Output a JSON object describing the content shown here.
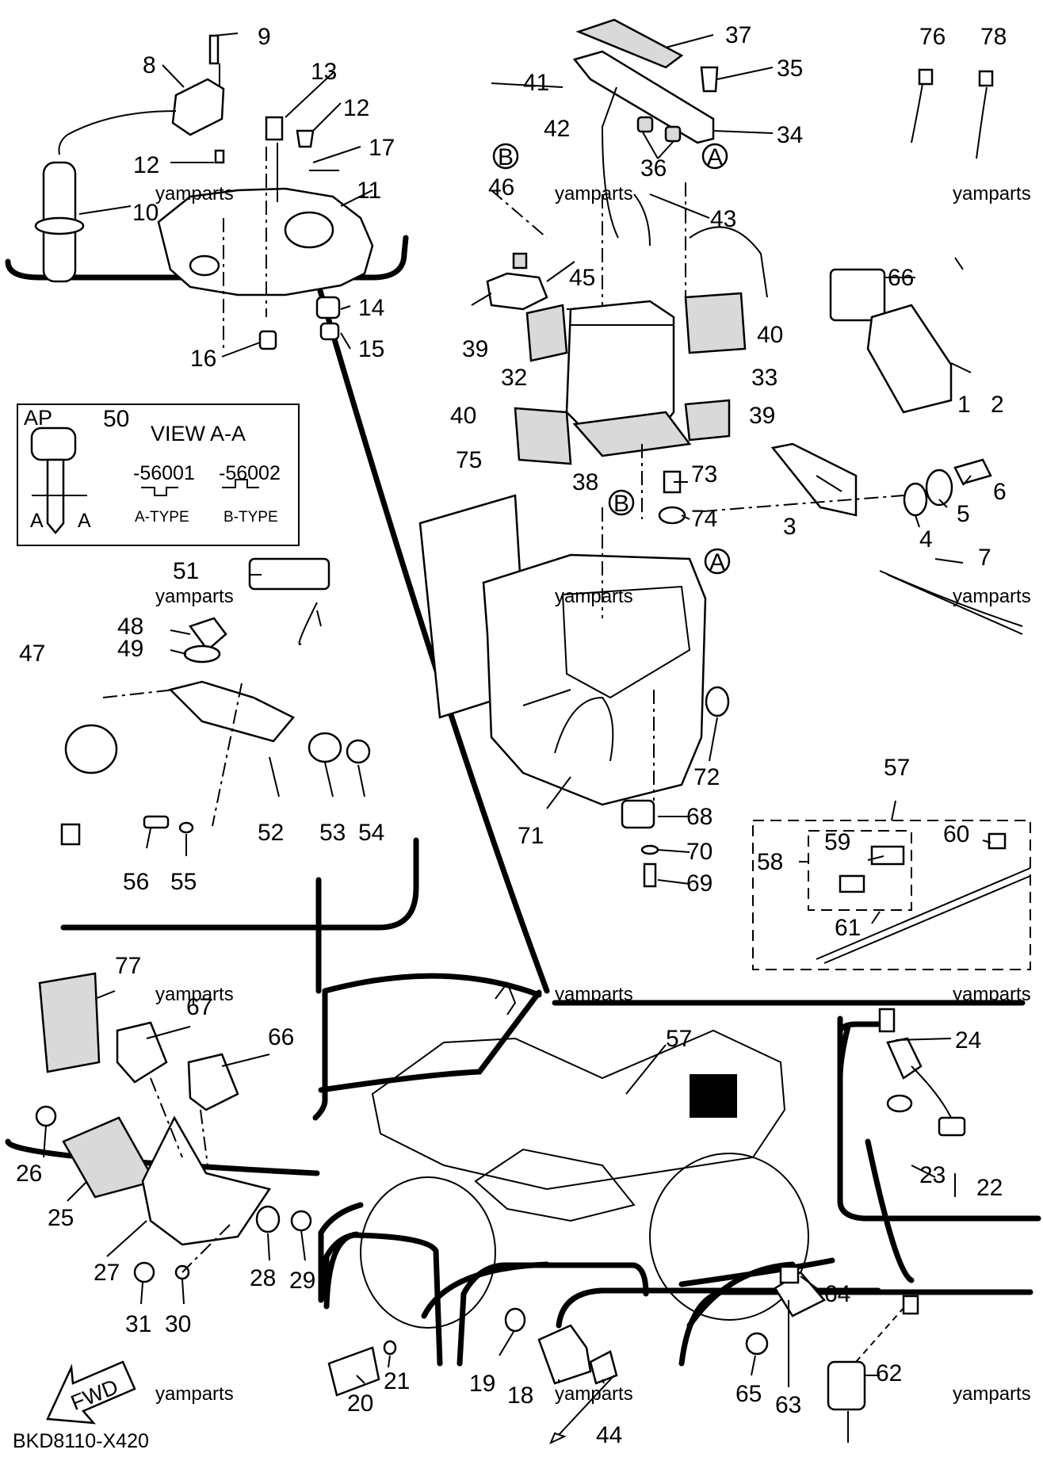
{
  "callouts": {
    "c1": "1",
    "c2": "2",
    "c3": "3",
    "c4": "4",
    "c5": "5",
    "c6": "6",
    "c7": "7",
    "c8": "8",
    "c9": "9",
    "c10": "10",
    "c11": "11",
    "c12a": "12",
    "c12b": "12",
    "c13": "13",
    "c14": "14",
    "c15": "15",
    "c16": "16",
    "c17": "17",
    "c18": "18",
    "c19": "19",
    "c20": "20",
    "c21": "21",
    "c22": "22",
    "c23": "23",
    "c24": "24",
    "c25": "25",
    "c26": "26",
    "c27": "27",
    "c28": "28",
    "c29": "29",
    "c30": "30",
    "c31": "31",
    "c32": "32",
    "c33": "33",
    "c34": "34",
    "c35": "35",
    "c36": "36",
    "c37": "37",
    "c38": "38",
    "c39a": "39",
    "c39b": "39",
    "c40a": "40",
    "c40b": "40",
    "c41": "41",
    "c42": "42",
    "c43": "43",
    "c44": "44",
    "c45": "45",
    "c46": "46",
    "c47": "47",
    "c48": "48",
    "c49": "49",
    "c50": "50",
    "c51": "51",
    "c52": "52",
    "c53": "53",
    "c54": "54",
    "c55": "55",
    "c56": "56",
    "c57a": "57",
    "c57b": "57",
    "c58": "58",
    "c59": "59",
    "c60": "60",
    "c61": "61",
    "c62": "62",
    "c63": "63",
    "c64": "64",
    "c65": "65",
    "c66a": "66",
    "c66b": "66",
    "c67": "67",
    "c68": "68",
    "c69": "69",
    "c70": "70",
    "c71": "71",
    "c72": "72",
    "c73": "73",
    "c74": "74",
    "c75": "75",
    "c76": "76",
    "c77": "77",
    "c78": "78"
  },
  "refs": {
    "a": "A",
    "b": "B"
  },
  "watermark": "yamparts",
  "key_box": {
    "ap": "AP",
    "view": "VIEW A-A",
    "code1": "-56001",
    "code2": "-56002",
    "type_a": "A-TYPE",
    "type_b": "B-TYPE",
    "section": "A"
  },
  "fwd": "FWD",
  "diagram_code": "BKD8110-X420"
}
